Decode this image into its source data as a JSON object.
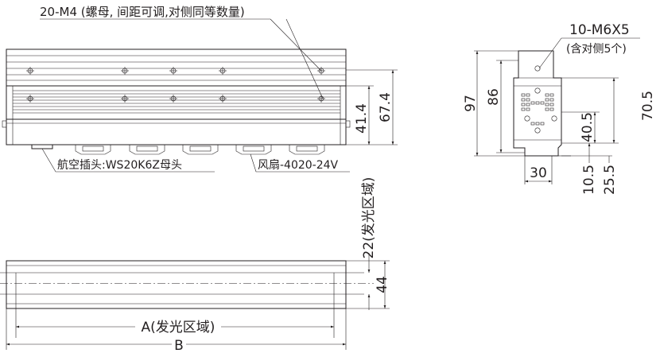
{
  "callouts": {
    "mount_holes": "20-M4 (螺母, 间距可调,对侧同等数量)",
    "aviation_plug": "航空插头:WS20K6Z母头",
    "fan": "风扇-4020-24V",
    "side_holes_line1": "10-M6X5",
    "side_holes_line2": "(含对侧5个)"
  },
  "dimensions": {
    "front_h_inner": "41.4",
    "front_h_outer": "67.4",
    "side_h_97": "97",
    "side_h_86": "86",
    "side_h_40_5": "40.5",
    "side_h_70_5": "70.5",
    "side_w_30": "30",
    "side_10_5": "10.5",
    "side_25_5": "25.5",
    "top_22": "22(发光区域)",
    "top_44": "44",
    "length_a": "A(发光区域)",
    "length_b": "B"
  }
}
